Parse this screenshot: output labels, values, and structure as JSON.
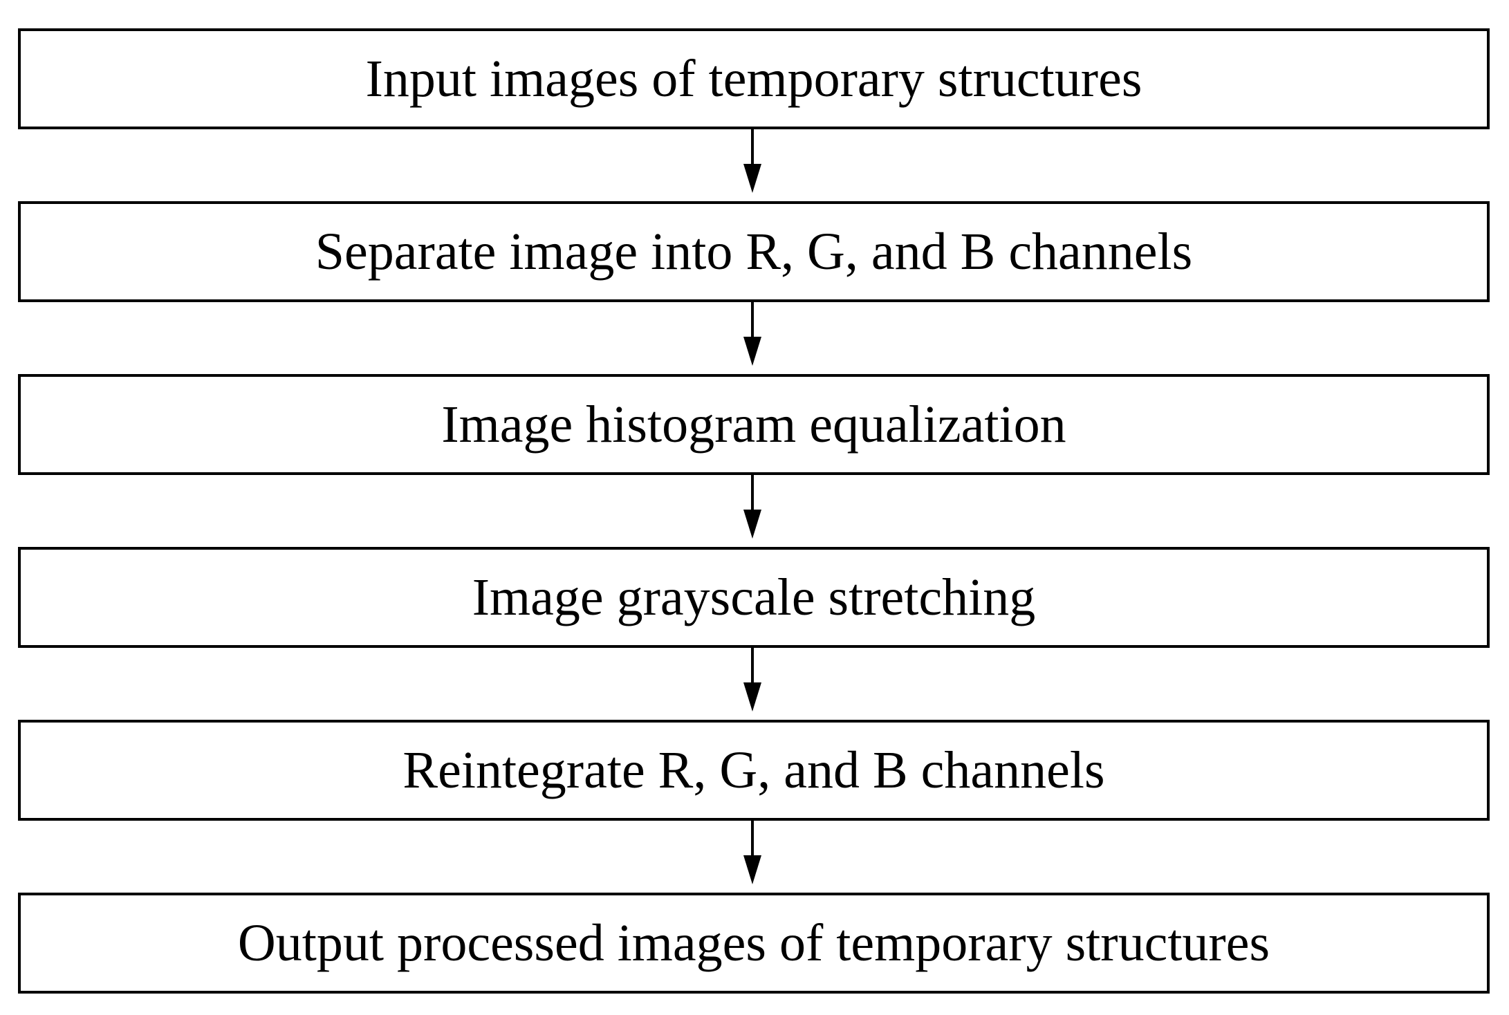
{
  "flowchart": {
    "steps": [
      {
        "label": "Input images of temporary structures"
      },
      {
        "label": "Separate image into R, G, and B channels"
      },
      {
        "label": "Image histogram equalization"
      },
      {
        "label": "Image grayscale stretching"
      },
      {
        "label": "Reintegrate R, G, and B channels"
      },
      {
        "label": "Output processed images of temporary structures"
      }
    ]
  },
  "colors": {
    "stroke": "#000000",
    "background": "#ffffff"
  }
}
